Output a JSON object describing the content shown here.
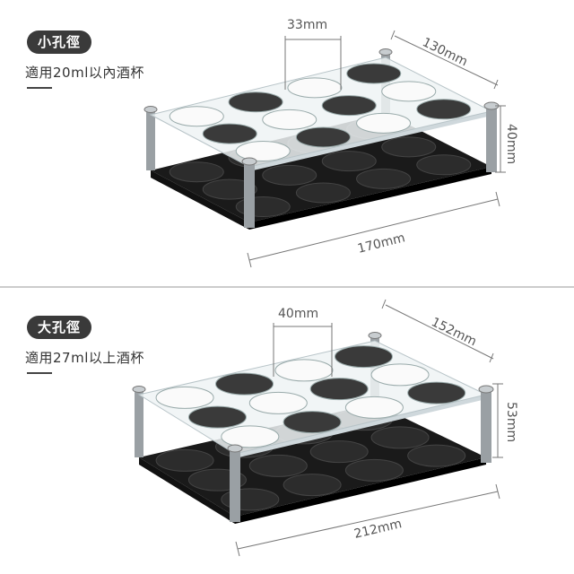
{
  "panels": [
    {
      "badge": "小孔徑",
      "subtitle": "適用20ml以內酒杯",
      "dims": {
        "hole": "33mm",
        "depth": "130mm",
        "height": "40mm",
        "width": "170mm"
      }
    },
    {
      "badge": "大孔徑",
      "subtitle": "適用27ml以上酒杯",
      "dims": {
        "hole": "40mm",
        "depth": "152mm",
        "height": "53mm",
        "width": "212mm"
      }
    }
  ],
  "colors": {
    "badge": "#3a3a3a",
    "base": "#1a1a1a",
    "acrylic": "#eef3f5",
    "post": "#9aa0a4"
  }
}
